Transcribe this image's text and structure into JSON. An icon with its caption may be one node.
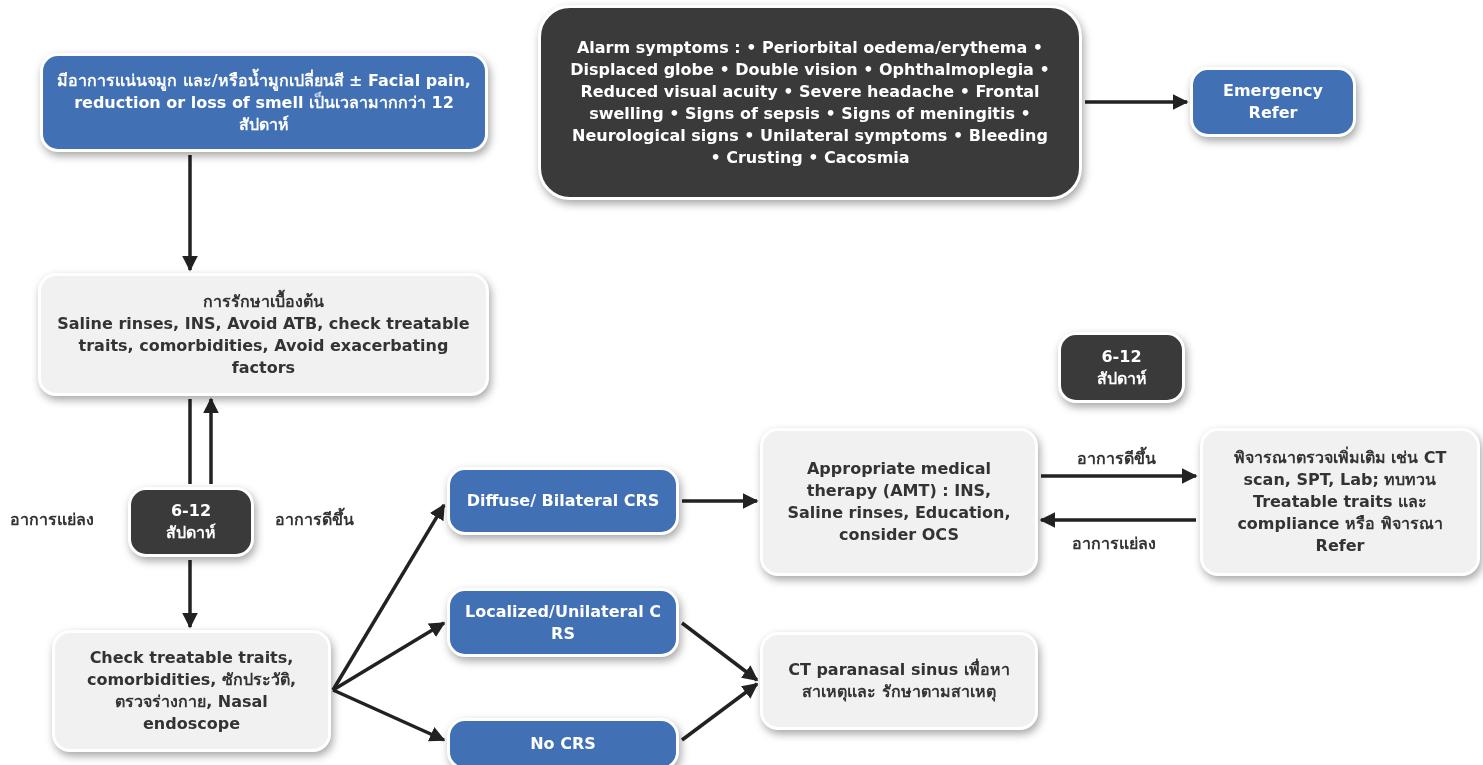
{
  "diagram": {
    "nodes": [
      {
        "text": [
          "มีอาการแน่นจมูก และ/หรือน้ำมูกเปลี่ยนสี ± Facial pain, reduction or loss of smell เป็นเวลามากกว่า 12 สัปดาห์"
        ]
      },
      {
        "text": [
          "Alarm symptoms : • Periorbital oedema/erythema • Displaced globe • Double vision • Ophthalmoplegia • Reduced visual acuity • Severe headache • Frontal swelling • Signs of sepsis • Signs of meningitis • Neurological signs • Unilateral symptoms • Bleeding • Crusting • Cacosmia"
        ]
      },
      {
        "text": [
          "Emergency Refer"
        ]
      },
      {
        "text": [
          "การรักษาเบื้องต้น",
          "Saline rinses, INS, Avoid ATB, check treatable traits, comorbidities, Avoid exacerbating factors"
        ]
      },
      {
        "text": [
          "6-12 สัปดาห์"
        ]
      },
      {
        "text": [
          "6-12 สัปดาห์"
        ]
      },
      {
        "text": [
          "Diffuse/ Bilateral CRS"
        ]
      },
      {
        "text": [
          "Appropriate medical therapy (AMT) : INS, Saline rinses, Education, consider OCS"
        ]
      },
      {
        "text": [
          "พิจารณาตรวจเพิ่มเติม เช่น CT scan, SPT, Lab; ทบทวน Treatable traits และ compliance หรือ พิจารณา Refer"
        ]
      },
      {
        "text": [
          "Localized/Unilateral CRS"
        ]
      },
      {
        "text": [
          "Check treatable traits, comorbidities, ซักประวัติ, ตรวจร่างกาย, Nasal endoscope"
        ]
      },
      {
        "text": [
          "CT paranasal sinus เพื่อหาสาเหตุและ รักษาตามสาเหตุ"
        ]
      },
      {
        "text": [
          "No CRS"
        ]
      }
    ],
    "edges": [
      {
        "from": 0,
        "to": 3,
        "arrow": "to"
      },
      {
        "from": 1,
        "to": 2,
        "arrow": "to"
      },
      {
        "from": 3,
        "to": 5,
        "arrow": "none"
      },
      {
        "from": 5,
        "to": 3,
        "arrow": "to"
      },
      {
        "from": 5,
        "to": 10,
        "arrow": "to"
      },
      {
        "from": 10,
        "to": 6,
        "arrow": "to"
      },
      {
        "from": 10,
        "to": 9,
        "arrow": "to"
      },
      {
        "from": 10,
        "to": 12,
        "arrow": "to"
      },
      {
        "from": 6,
        "to": 7,
        "arrow": "to"
      },
      {
        "from": 7,
        "to": 8,
        "arrow": "to",
        "label": "อาการดีขึ้น"
      },
      {
        "from": 8,
        "to": 7,
        "arrow": "to",
        "label": "อาการแย่ลง"
      },
      {
        "from": 9,
        "to": 11,
        "arrow": "to"
      },
      {
        "from": 12,
        "to": 11,
        "arrow": "to"
      }
    ],
    "labels": [
      "อาการแย่ลง",
      "อาการดีขึ้น"
    ]
  }
}
